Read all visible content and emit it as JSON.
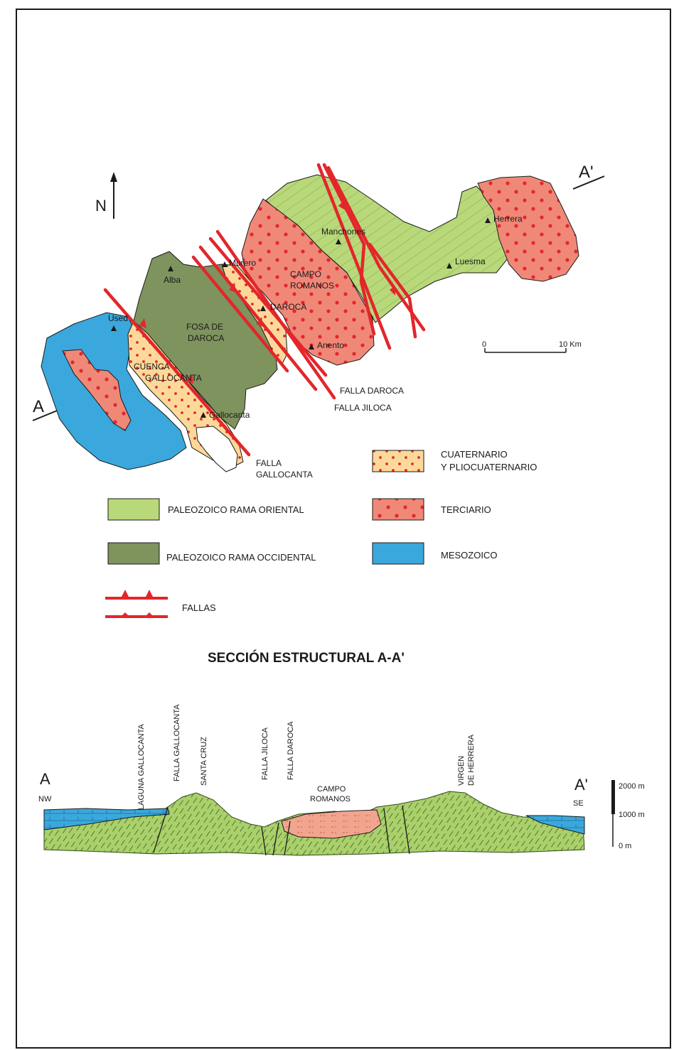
{
  "north_label": "N",
  "section_endpoints": {
    "a": "A",
    "a_prime": "A'"
  },
  "map": {
    "places": {
      "used": "Used",
      "alba": "Alba",
      "murero": "Murero",
      "manchones": "Manchones",
      "luesma": "Luesma",
      "herrera": "Herrera",
      "daroca": "DAROCA",
      "anento": "Anento",
      "gallocanta": "Gallocanta"
    },
    "units": {
      "fosa_l1": "FOSA DE",
      "fosa_l2": "DAROCA",
      "campo_l1": "CAMPO",
      "campo_l2": "ROMANOS",
      "cuenca_l1": "CUENCA",
      "cuenca_l2": "GALLOCANTA"
    },
    "faults": {
      "daroca": "FALLA DAROCA",
      "jiloca": "FALLA JILOCA",
      "gallocanta_l1": "FALLA",
      "gallocanta_l2": "GALLOCANTA"
    },
    "scale": {
      "zero": "0",
      "end": "10 Km"
    }
  },
  "legend": {
    "cuaternario_l1": "CUATERNARIO",
    "cuaternario_l2": "Y PLIOCUATERNARIO",
    "terciario": "TERCIARIO",
    "mesozoico": "MESOZOICO",
    "paleo_oriental": "PALEOZOICO RAMA ORIENTAL",
    "paleo_occidental": "PALEOZOICO RAMA OCCIDENTAL",
    "fallas": "FALLAS"
  },
  "section": {
    "title": "SECCIÓN ESTRUCTURAL A-A'",
    "nw": "NW",
    "se": "SE",
    "labels": {
      "laguna": "LAGUNA GALLOCANTA",
      "falla_gallocanta": "FALLA GALLOCANTA",
      "santa_cruz": "SANTA CRUZ",
      "falla_jiloca": "FALLA JILOCA",
      "falla_daroca": "FALLA DAROCA",
      "campo_l1": "CAMPO",
      "campo_l2": "ROMANOS",
      "virgen_l1": "VIRGEN",
      "virgen_l2": "DE HERRERA"
    },
    "scale": {
      "top": "2000 m",
      "mid": "1000 m",
      "bottom": "0 m"
    }
  },
  "colors": {
    "paleo_oriental": "#b8d87a",
    "paleo_occidental": "#7f935e",
    "terciario": "#f08878",
    "cuaternario": "#fcd99a",
    "mesozoico": "#3aa8dc",
    "fault": "#e3262b",
    "dot": "#e3262b"
  }
}
